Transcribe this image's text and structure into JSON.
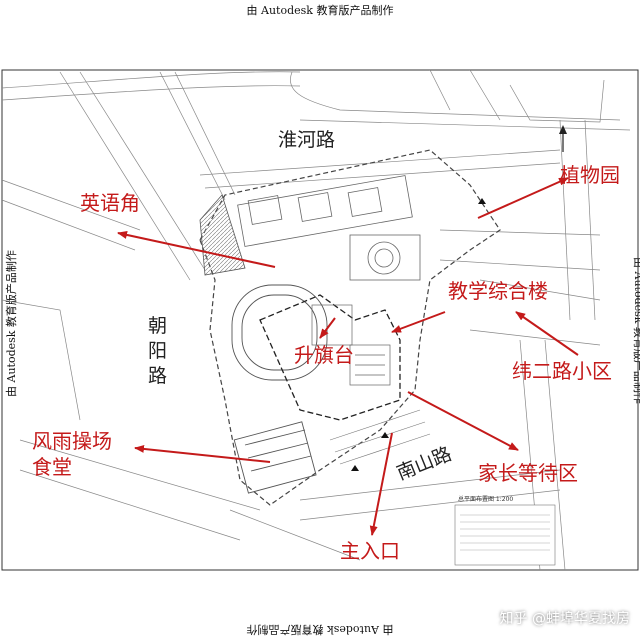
{
  "watermark": "由 Autodesk 教育版产品制作",
  "roads": {
    "huaihe": "淮河路",
    "chaoyang": [
      "朝",
      "阳",
      "路"
    ],
    "nanshan": "南山路"
  },
  "labels": {
    "english_corner": "英语角",
    "botanical_garden": "植物园",
    "teaching_building": "教学综合楼",
    "flag_platform": "升旗台",
    "wei2_community": "纬二路小区",
    "playground_line1": "风雨操场",
    "playground_line2": "食堂",
    "parent_waiting": "家长等待区",
    "main_entrance": "主入口"
  },
  "legend_title": "总平面布置图 1:200",
  "credit": "知乎 @蚌埠华夏找房",
  "colors": {
    "annotation": "#c41a1a",
    "linework": "#555555",
    "background": "#ffffff"
  }
}
